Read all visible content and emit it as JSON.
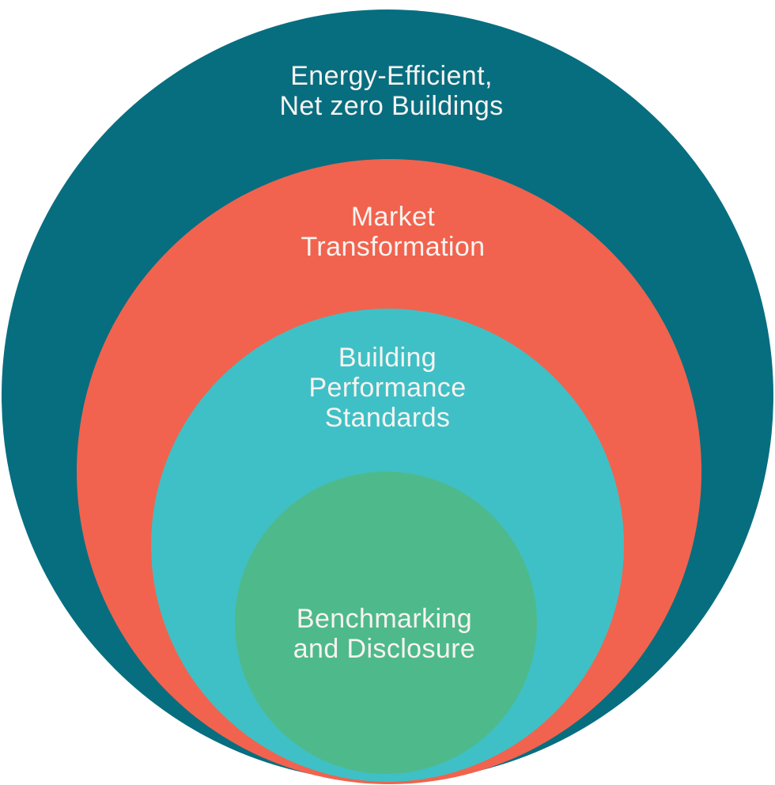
{
  "diagram": {
    "type": "nested-circles",
    "background_color": "#ffffff",
    "text_color": "#f8f3f0"
  },
  "rings": [
    {
      "name": "energy-efficient-net-zero-buildings",
      "color": "#076e80",
      "lines": [
        "Energy-Efficient,",
        "Net zero Buildings"
      ]
    },
    {
      "name": "market-transformation",
      "color": "#f1634e",
      "lines": [
        "Market",
        "Transformation"
      ]
    },
    {
      "name": "building-performance-standards",
      "color": "#3fc0c6",
      "lines": [
        "Building",
        "Performance",
        "Standards"
      ]
    },
    {
      "name": "benchmarking-and-disclosure",
      "color": "#4eba8b",
      "lines": [
        "Benchmarking",
        "and Disclosure"
      ]
    }
  ]
}
